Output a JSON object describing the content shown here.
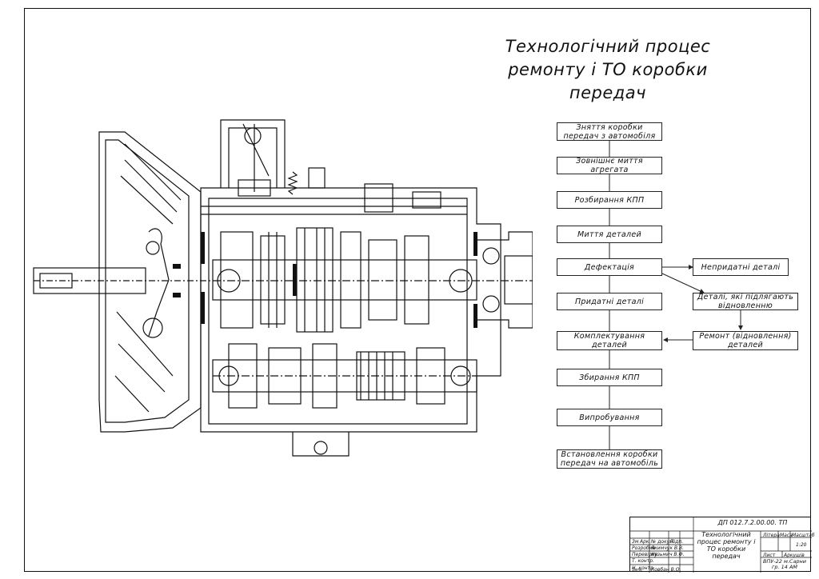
{
  "title_lines": [
    "Технологічний процес",
    "ремонту і ТО коробки",
    "передач"
  ],
  "flow": {
    "steps": [
      "Зняття коробки\nпередач з автомобіля",
      "Зовнішнє миття\nагрегата",
      "Розбирання КПП",
      "Миття деталей",
      "Дефектація",
      "Придатні деталі",
      "Комплектування\nдеталей",
      "Збирання КПП",
      "Випробування",
      "Встановлення коробки\nпередач на автомобіль"
    ],
    "side": [
      "Непридатні деталі",
      "Деталі, які підлягають\nвідновленню",
      "Ремонт (відновлення)\nдеталей"
    ]
  },
  "stamp": {
    "doc_number": "ДП 012.7.2.00.00. ТП",
    "title": "Технологічний процес ремонту і ТО коробки передач",
    "school": "ВПУ-22 м.Сарни гр. 14 АМ",
    "litera_label": "Літера",
    "mass_label": "Маса",
    "scale_label": "Масштаб",
    "scale_value": "1:20",
    "sheet_label": "Лист",
    "sheets_label": "Аркушів",
    "rows": [
      {
        "role": "Зм",
        "name": "Арк.",
        "sign": "№ докум.",
        "date": "Підп."
      },
      {
        "role": "Розробив",
        "name": "Якимчук В.В."
      },
      {
        "role": "Перевірив",
        "name": "Кузьмич В.Ф."
      },
      {
        "role": "Т. контр.",
        "name": ""
      },
      {
        "role": "Н. контр.",
        "name": ""
      },
      {
        "role": "Затв.",
        "name": "Ковбан В.О."
      }
    ]
  }
}
